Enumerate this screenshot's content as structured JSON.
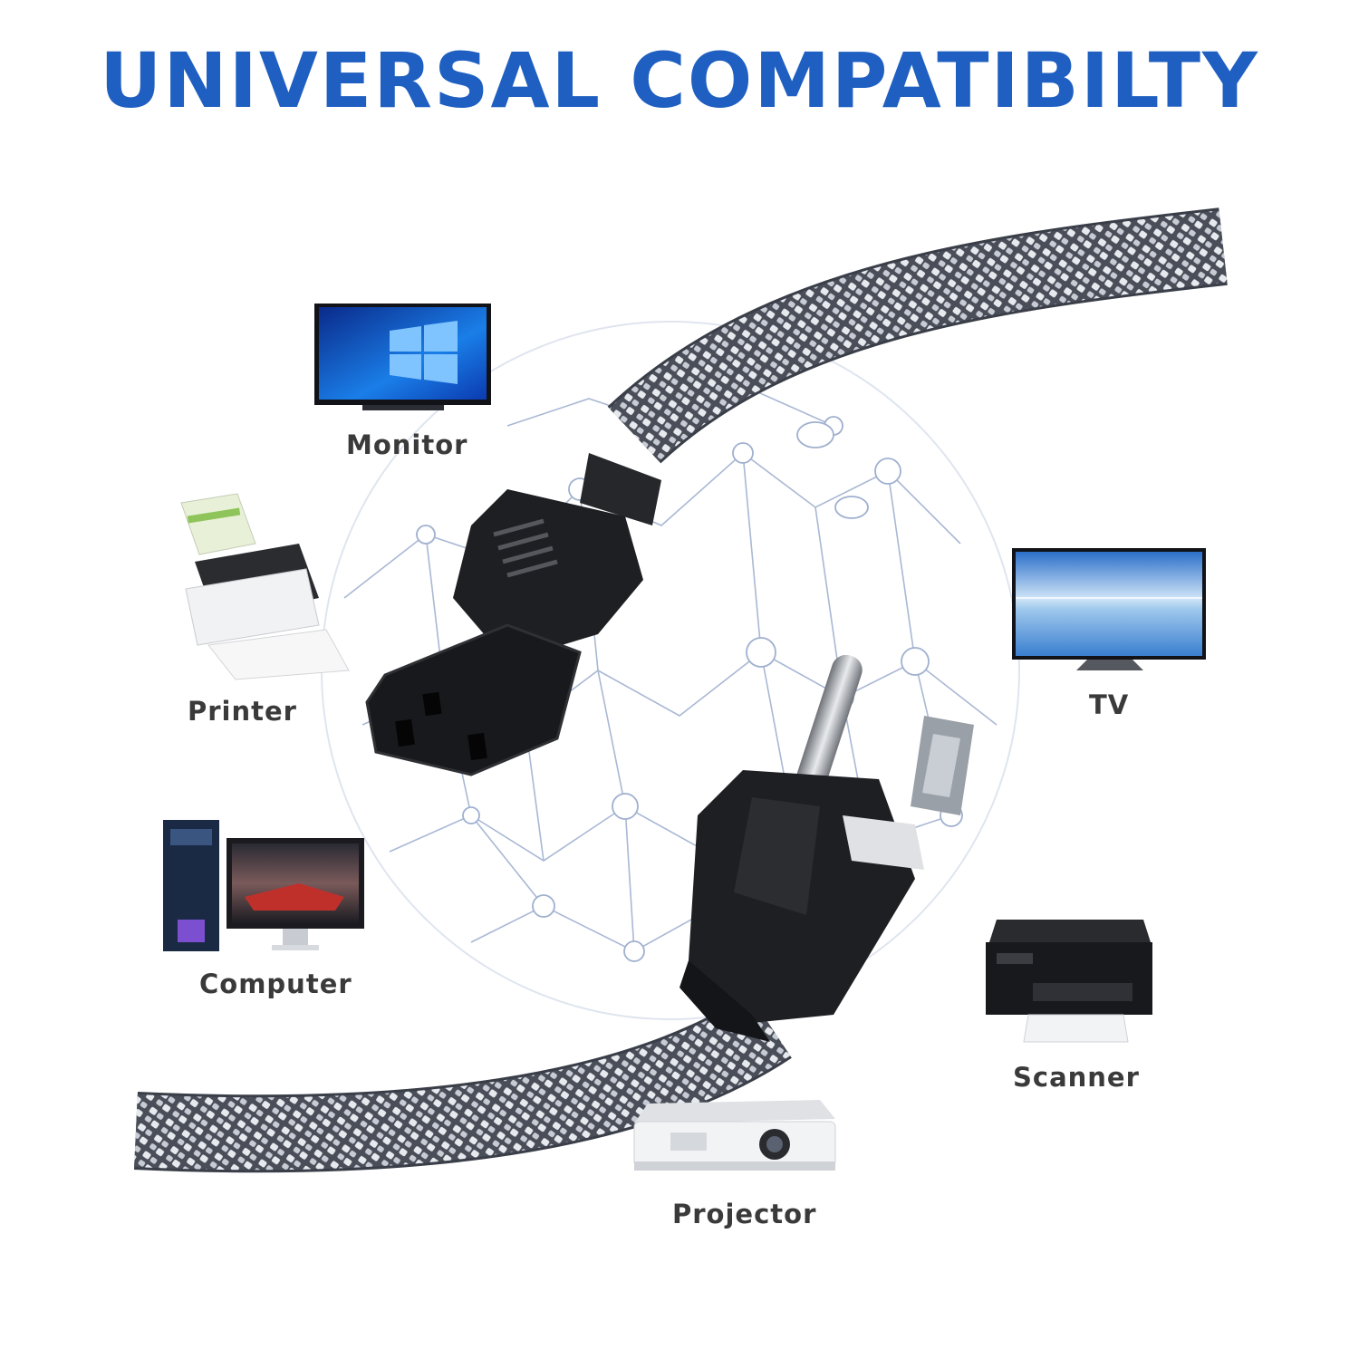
{
  "headline": "UNIVERSAL COMPATIBILTY",
  "colors": {
    "headline": "#1f5fc1",
    "cable_dark": "#4a4e58",
    "cable_light": "#e6e9ee",
    "plug_black": "#1e1f22",
    "globe_line": "#a9b8d4",
    "label_text": "#3a3a3a"
  },
  "devices": {
    "monitor": {
      "label": "Monitor",
      "icon": "monitor-icon"
    },
    "printer": {
      "label": "Printer",
      "icon": "printer-icon"
    },
    "computer": {
      "label": "Computer",
      "icon": "computer-icon"
    },
    "tv": {
      "label": "TV",
      "icon": "tv-icon"
    },
    "scanner": {
      "label": "Scanner",
      "icon": "scanner-icon"
    },
    "projector": {
      "label": "Projector",
      "icon": "projector-icon"
    }
  }
}
